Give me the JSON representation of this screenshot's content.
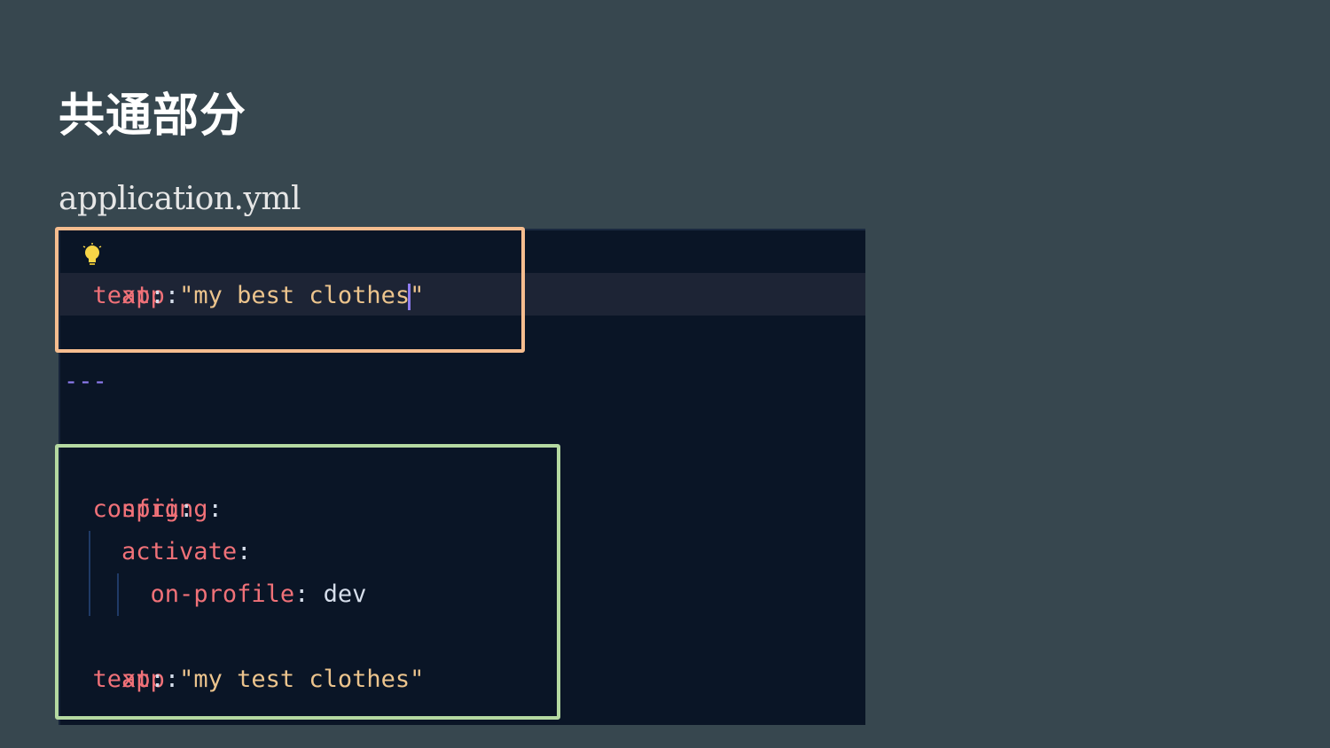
{
  "title": "共通部分",
  "file": {
    "name": "application.yml"
  },
  "editor": {
    "lines": [
      {
        "indent": "",
        "key": "app",
        "colon": ":",
        "value": ""
      },
      {
        "indent": "  ",
        "key": "text",
        "colon": ":",
        "value_before_cursor": " \"my best clothes",
        "value_after_cursor": "\""
      },
      {
        "separator": "---"
      },
      {
        "indent": "",
        "key": "spring",
        "colon": ":"
      },
      {
        "indent": "  ",
        "key": "config",
        "colon": ":"
      },
      {
        "indent": "    ",
        "key": "activate",
        "colon": ":"
      },
      {
        "indent": "      ",
        "key": "on-profile",
        "colon": ":",
        "value": " dev"
      },
      {
        "indent": "",
        "key": "app",
        "colon": ":"
      },
      {
        "indent": "  ",
        "key": "text",
        "colon": ":",
        "value": " \"my test clothes\""
      }
    ],
    "lightbulb_icon": "lightbulb-icon",
    "highlight_colors": {
      "common_section": "#f6bd8f",
      "profile_section": "#b5d9a1"
    }
  }
}
